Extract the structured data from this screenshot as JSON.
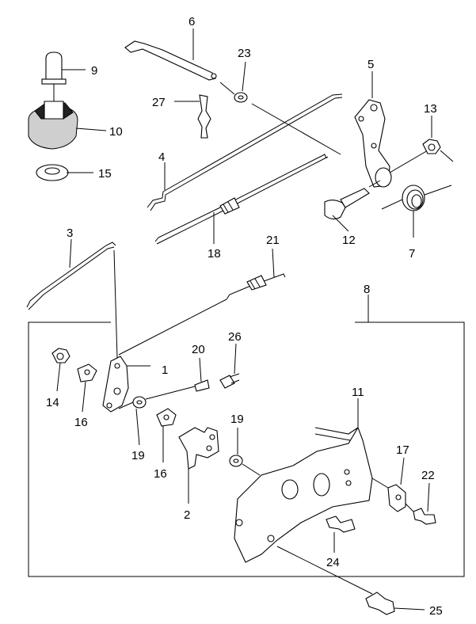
{
  "callouts": [
    {
      "id": "c1",
      "text": "1"
    },
    {
      "id": "c2",
      "text": "2"
    },
    {
      "id": "c3",
      "text": "3"
    },
    {
      "id": "c4",
      "text": "4"
    },
    {
      "id": "c5",
      "text": "5"
    },
    {
      "id": "c6",
      "text": "6"
    },
    {
      "id": "c7",
      "text": "7"
    },
    {
      "id": "c8",
      "text": "8"
    },
    {
      "id": "c9",
      "text": "9"
    },
    {
      "id": "c10",
      "text": "10"
    },
    {
      "id": "c11",
      "text": "11"
    },
    {
      "id": "c12",
      "text": "12"
    },
    {
      "id": "c13",
      "text": "13"
    },
    {
      "id": "c14",
      "text": "14"
    },
    {
      "id": "c15",
      "text": "15"
    },
    {
      "id": "c16a",
      "text": "16"
    },
    {
      "id": "c16b",
      "text": "16"
    },
    {
      "id": "c17",
      "text": "17"
    },
    {
      "id": "c18",
      "text": "18"
    },
    {
      "id": "c19a",
      "text": "19"
    },
    {
      "id": "c19b",
      "text": "19"
    },
    {
      "id": "c20",
      "text": "20"
    },
    {
      "id": "c21",
      "text": "21"
    },
    {
      "id": "c22",
      "text": "22"
    },
    {
      "id": "c23",
      "text": "23"
    },
    {
      "id": "c24",
      "text": "24"
    },
    {
      "id": "c25",
      "text": "25"
    },
    {
      "id": "c26",
      "text": "26"
    },
    {
      "id": "c27",
      "text": "27"
    }
  ]
}
